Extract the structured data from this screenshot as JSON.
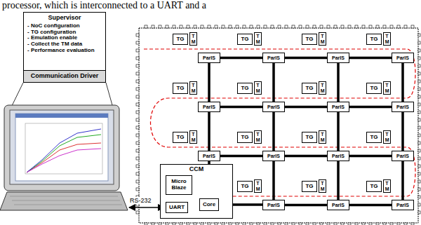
{
  "diagram": {
    "nodes": [
      {
        "text": [
          "Supervisor",
          "- NoC configuration",
          "- TG configuration",
          "- Emulation enable",
          "- Collect the TM data",
          "- Performance evaluation"
        ]
      },
      {
        "text": [
          "Communication Driver"
        ],
        "in": 0
      },
      {
        "text": [
          "CCM"
        ]
      },
      {
        "text": [
          "Micro Blaze"
        ],
        "in": 2
      },
      {
        "text": [
          "UART"
        ],
        "in": 2
      },
      {
        "text": [
          "Core"
        ],
        "in": 2
      },
      {
        "text": [
          "TG"
        ]
      },
      {
        "text": [
          "T M"
        ]
      },
      {
        "text": [
          "ParIS"
        ]
      },
      {
        "text": [
          "TG"
        ]
      },
      {
        "text": [
          "T M"
        ]
      },
      {
        "text": [
          "ParIS"
        ]
      },
      {
        "text": [
          "TG"
        ]
      },
      {
        "text": [
          "T M"
        ]
      },
      {
        "text": [
          "ParIS"
        ]
      },
      {
        "text": [
          "TG"
        ]
      },
      {
        "text": [
          "T M"
        ]
      },
      {
        "text": [
          "ParIS"
        ]
      },
      {
        "text": [
          "TG"
        ]
      },
      {
        "text": [
          "T M"
        ]
      },
      {
        "text": [
          "ParIS"
        ]
      },
      {
        "text": [
          "TG"
        ]
      },
      {
        "text": [
          "T M"
        ]
      },
      {
        "text": [
          "ParIS"
        ]
      },
      {
        "text": [
          "TG"
        ]
      },
      {
        "text": [
          "T M"
        ]
      },
      {
        "text": [
          "ParIS"
        ]
      },
      {
        "text": [
          "TG"
        ]
      },
      {
        "text": [
          "T M"
        ]
      },
      {
        "text": [
          "ParIS"
        ]
      },
      {
        "text": [
          "TG"
        ]
      },
      {
        "text": [
          "T M"
        ]
      },
      {
        "text": [
          "ParIS"
        ]
      },
      {
        "text": [
          "TG"
        ]
      },
      {
        "text": [
          "T M"
        ]
      },
      {
        "text": [
          "ParIS"
        ]
      },
      {
        "text": [
          "TG"
        ]
      },
      {
        "text": [
          "T M"
        ]
      },
      {
        "text": [
          "ParIS"
        ]
      },
      {
        "text": [
          "TG"
        ]
      },
      {
        "text": [
          "T M"
        ]
      },
      {
        "text": [
          "ParIS"
        ]
      },
      {
        "text": [
          "TG"
        ]
      },
      {
        "text": [
          "T M"
        ]
      },
      {
        "text": [
          "ParIS"
        ]
      },
      {
        "text": [
          "TG"
        ]
      },
      {
        "text": [
          "T M"
        ]
      },
      {
        "text": [
          "ParIS"
        ]
      },
      {
        "text": [
          "TG"
        ]
      },
      {
        "text": [
          "T M"
        ]
      },
      {
        "text": [
          "ParIS"
        ]
      }
    ],
    "edges": [
      {
        "from": 3,
        "to": 5,
        "arrow": "none"
      },
      {
        "from": 4,
        "to": 5,
        "arrow": "none"
      },
      {
        "from": 8,
        "to": 11,
        "arrow": "none"
      },
      {
        "from": 11,
        "to": 14,
        "arrow": "none"
      },
      {
        "from": 14,
        "to": 17,
        "arrow": "none"
      },
      {
        "from": 20,
        "to": 23,
        "arrow": "none"
      },
      {
        "from": 23,
        "to": 26,
        "arrow": "none"
      },
      {
        "from": 26,
        "to": 29,
        "arrow": "none"
      },
      {
        "from": 32,
        "to": 35,
        "arrow": "none"
      },
      {
        "from": 35,
        "to": 38,
        "arrow": "none"
      },
      {
        "from": 38,
        "to": 41,
        "arrow": "none"
      },
      {
        "from": 5,
        "to": 44,
        "arrow": "none"
      },
      {
        "from": 44,
        "to": 47,
        "arrow": "none"
      },
      {
        "from": 47,
        "to": 50,
        "arrow": "none"
      },
      {
        "from": 8,
        "to": 20,
        "arrow": "none"
      },
      {
        "from": 11,
        "to": 23,
        "arrow": "none"
      },
      {
        "from": 14,
        "to": 26,
        "arrow": "none"
      },
      {
        "from": 17,
        "to": 29,
        "arrow": "none"
      },
      {
        "from": 20,
        "to": 32,
        "arrow": "none"
      },
      {
        "from": 23,
        "to": 35,
        "arrow": "none"
      },
      {
        "from": 26,
        "to": 38,
        "arrow": "none"
      },
      {
        "from": 29,
        "to": 41,
        "arrow": "none"
      },
      {
        "from": 32,
        "to": 5,
        "arrow": "none"
      },
      {
        "from": 35,
        "to": 44,
        "arrow": "none"
      },
      {
        "from": 38,
        "to": 47,
        "arrow": "none"
      },
      {
        "from": 41,
        "to": 50,
        "arrow": "none"
      }
    ],
    "labels": [
      "processor, which is interconnected to a UART and a",
      "RS-232"
    ]
  }
}
